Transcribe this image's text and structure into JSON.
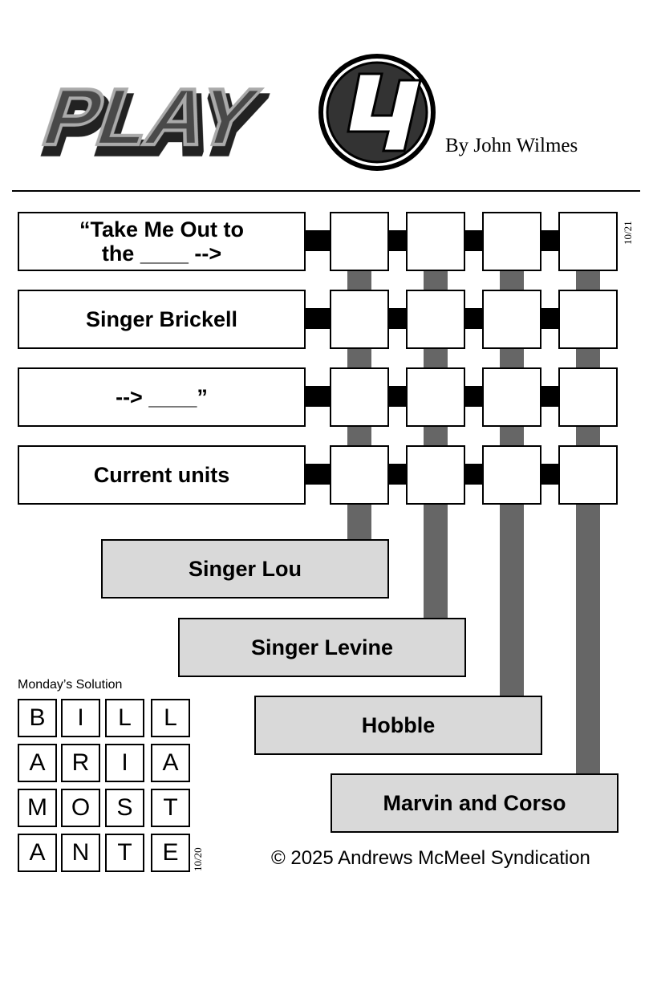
{
  "header": {
    "logo_text": "PLAY4",
    "byline": "By John Wilmes"
  },
  "puzzle": {
    "date": "10/21",
    "clues": [
      {
        "line1": "“Take Me Out to",
        "line2": "the ____ -->"
      },
      {
        "line1": "Singer Brickell",
        "line2": ""
      },
      {
        "line1": "--> ____”",
        "line2": ""
      },
      {
        "line1": "Current units",
        "line2": ""
      }
    ],
    "column_clues": [
      "Singer Lou",
      "Singer Levine",
      "Hobble",
      "Marvin and Corso"
    ]
  },
  "solution": {
    "label": "Monday’s Solution",
    "date": "10/20",
    "rows": [
      [
        "B",
        "I",
        "L",
        "L"
      ],
      [
        "A",
        "R",
        "I",
        "A"
      ],
      [
        "M",
        "O",
        "S",
        "T"
      ],
      [
        "A",
        "N",
        "T",
        "E"
      ]
    ]
  },
  "footer": {
    "copyright": "© 2025 Andrews McMeel Syndication"
  },
  "colors": {
    "bar": "#666666",
    "answer_fill": "#d9d9d9"
  }
}
